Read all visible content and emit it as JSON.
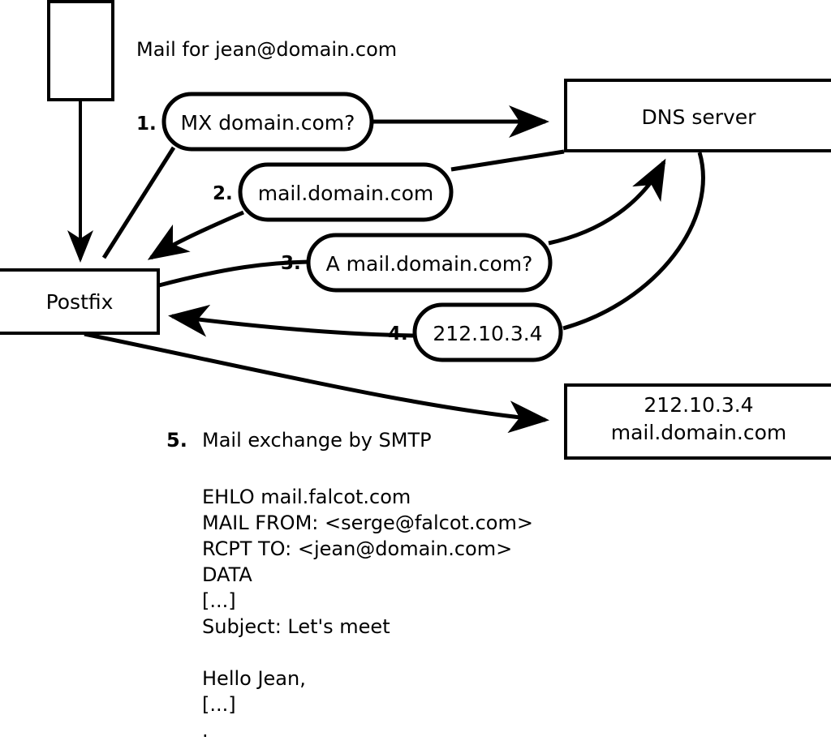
{
  "diagram": {
    "title_caption": "Mail for jean@domain.com",
    "nodes": {
      "sender_box": {
        "label": ""
      },
      "postfix_box": {
        "label": "Postfix"
      },
      "dns_box": {
        "label": "DNS server"
      },
      "target_box": {
        "line1": "212.10.3.4",
        "line2": "mail.domain.com"
      }
    },
    "steps": [
      {
        "num": "1.",
        "label": "MX domain.com?"
      },
      {
        "num": "2.",
        "label": "mail.domain.com"
      },
      {
        "num": "3.",
        "label": "A mail.domain.com?"
      },
      {
        "num": "4.",
        "label": "212.10.3.4"
      }
    ],
    "smtp": {
      "num": "5.",
      "heading": "Mail exchange by SMTP",
      "lines": [
        "EHLO mail.falcot.com",
        "MAIL FROM: <serge@falcot.com>",
        "RCPT TO: <jean@domain.com>",
        "DATA",
        "[...]",
        "Subject: Let's meet",
        "",
        "Hello Jean,",
        "[...]",
        "."
      ]
    },
    "colors": {
      "stroke": "#000000",
      "fill": "#ffffff",
      "text": "#000000"
    }
  }
}
